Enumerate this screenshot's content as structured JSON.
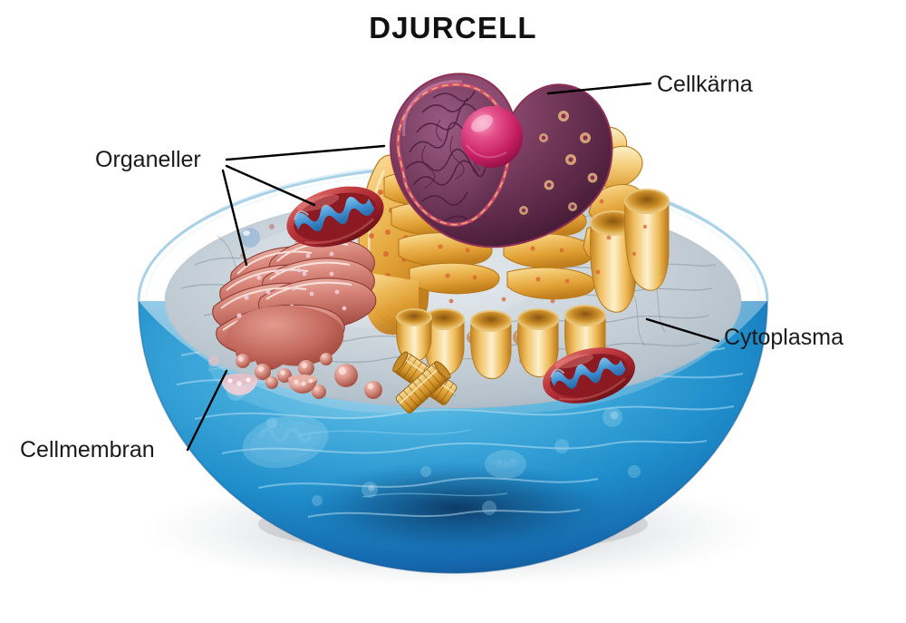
{
  "figure": {
    "title": "DJURCELL",
    "type": "labeled biological diagram",
    "subject": "animal cell cross-section"
  },
  "labels": {
    "nucleus": {
      "text": "Cellkärna",
      "position": "top-right",
      "leader": "to nucleus"
    },
    "organelles": {
      "text": "Organeller",
      "position": "upper-left",
      "leader": "three branches: endoplasmic reticulum, mitochondrion, golgi apparatus"
    },
    "cytoplasm": {
      "text": "Cytoplasma",
      "position": "middle-right",
      "leader": "to cytosol cut-plane"
    },
    "cell_membrane": {
      "text": "Cellmembran",
      "position": "lower-left",
      "leader": "to membrane rim"
    }
  },
  "colors": {
    "membrane_blue_dark": "#1566ae",
    "membrane_blue_mid": "#2e9bd2",
    "membrane_blue_light": "#9ecbe6",
    "cytosol_grey": "#c3ccd4",
    "er_gold": "#e8a93a",
    "er_gold_light": "#f6d58b",
    "golgi_red": "#c86a63",
    "golgi_pink": "#e3a199",
    "mito_red": "#b4343c",
    "mito_blue": "#3f8fd0",
    "nucleus_purple": "#6e3558",
    "nucleolus_pink": "#d0356e",
    "label_text": "#1a1a1a",
    "leader_line": "#000000",
    "background": "#ffffff"
  },
  "structures": [
    {
      "name": "cell-membrane",
      "note": "blue translucent sphere, lower half intact"
    },
    {
      "name": "cytoplasm",
      "note": "grey-blue cut plane with fibrous cytoskeleton strands"
    },
    {
      "name": "nucleus",
      "note": "purple sphere, cut open, chromatin threads, nuclear pores"
    },
    {
      "name": "nucleolus",
      "note": "pink-magenta sphere inside nucleus"
    },
    {
      "name": "endoplasmic-reticulum",
      "note": "golden ribbed cisternae with ribosome dots, surrounds nucleus"
    },
    {
      "name": "golgi-apparatus",
      "note": "salmon stacked cisternae with budding vesicles, left side"
    },
    {
      "name": "mitochondrion-upper-left",
      "note": "red oval with blue cristae"
    },
    {
      "name": "mitochondrion-right",
      "note": "red oval with blue cristae"
    },
    {
      "name": "mitochondrion-submerged",
      "note": "faded mitochondrion seen through blue membrane"
    },
    {
      "name": "centrioles",
      "note": "pair of crossed golden striped cylinders"
    },
    {
      "name": "vesicles",
      "note": "pink and tan spheres scattered in cytoplasm"
    },
    {
      "name": "drop-shadow",
      "note": "soft grey ellipse beneath cell"
    }
  ]
}
